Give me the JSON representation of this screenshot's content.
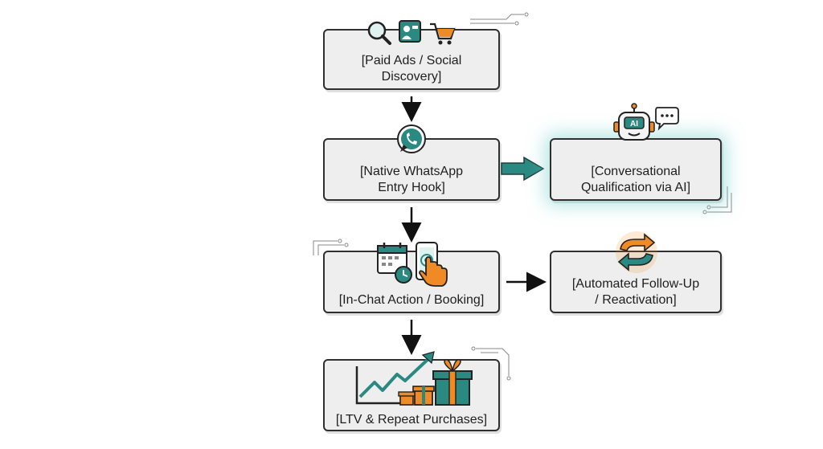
{
  "nodes": {
    "discovery": {
      "line1": "[Paid Ads / Social",
      "line2": "Discovery]"
    },
    "whatsapp": {
      "line1": "[Native WhatsApp",
      "line2": "Entry Hook]"
    },
    "qualification": {
      "line1": "[Conversational",
      "line2": "Qualification via AI]"
    },
    "action": {
      "line1": "[In-Chat Action / Booking]"
    },
    "followup": {
      "line1": "[Automated Follow-Up",
      "line2": "/ Reactivation]"
    },
    "ltv": {
      "line1": "[LTV & Repeat Purchases]"
    }
  },
  "icon_badges": {
    "ai_chip": "AI"
  },
  "colors": {
    "teal": "#2a8a82",
    "orange": "#f08a24",
    "box_fill": "#eeeeee",
    "outline": "#2f2f2f"
  },
  "icons": [
    "magnifier-icon",
    "contact-card-icon",
    "shopping-cart-icon",
    "whatsapp-icon",
    "ai-robot-icon",
    "chat-bubble-icon",
    "calendar-icon",
    "clock-icon",
    "phone-icon",
    "tap-hand-icon",
    "refresh-cycle-icon",
    "growth-chart-icon",
    "gift-box-icon"
  ]
}
